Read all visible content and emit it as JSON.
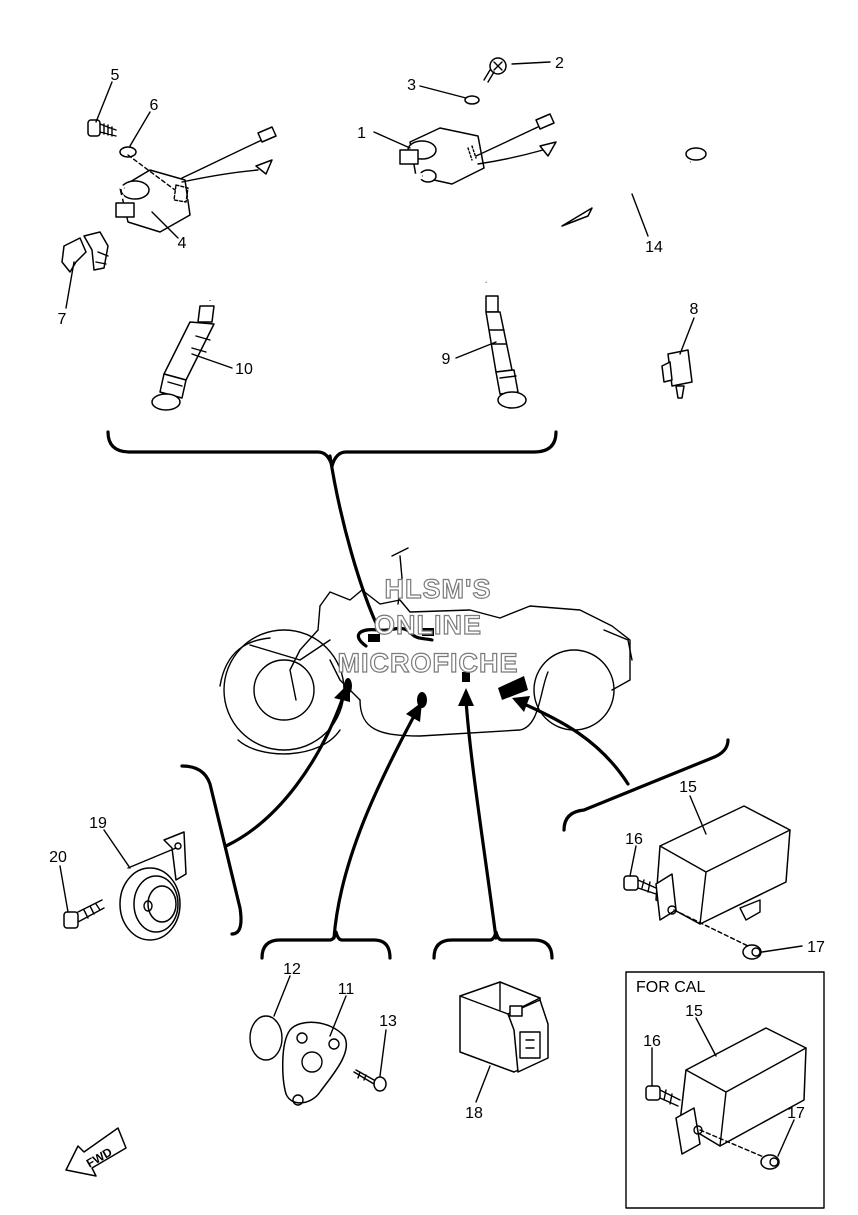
{
  "callouts": {
    "n1": "1",
    "n2": "2",
    "n3": "3",
    "n4": "4",
    "n5": "5",
    "n6": "6",
    "n7": "7",
    "n8": "8",
    "n9": "9",
    "n10": "10",
    "n11": "11",
    "n12": "12",
    "n13": "13",
    "n14": "14",
    "n15": "15",
    "n15b": "15",
    "n16": "16",
    "n16b": "16",
    "n17": "17",
    "n17b": "17",
    "n18": "18",
    "n19": "19",
    "n20": "20"
  },
  "watermark": {
    "line1": "HLSM'S",
    "line2": "ONLINE",
    "line3": "MICROFICHE"
  },
  "variant_box": {
    "label": "FOR CAL"
  },
  "direction_badge": {
    "label": "FWD"
  },
  "colors": {
    "line": "#000000",
    "watermark_outline": "#7a7a7a",
    "background": "#ffffff"
  }
}
